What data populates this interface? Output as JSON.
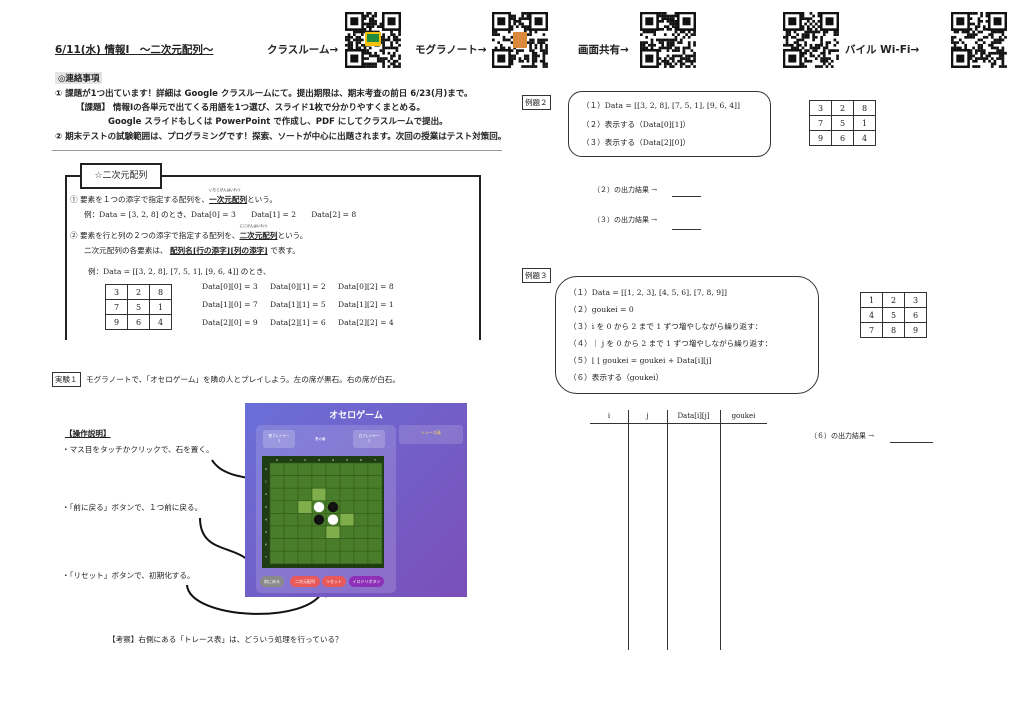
{
  "header": {
    "title": "6/11(水) 情報Ⅰ　～二次元配列～",
    "links": [
      "クラスルーム→",
      "モグラノート→",
      "画面共有→",
      "バイル Wi-Fi→"
    ]
  },
  "notice": {
    "heading": "◎連絡事項",
    "lines": [
      "① 課題が1つ出ています！詳細は Google クラスルームにて。提出期限は、期末考査の前日 6/23(月)まで。",
      "【課題】 情報Ⅰの各単元で出てくる用語を1つ選び、スライド1枚で分かりやすくまとめる。",
      "Google スライドもしくは PowerPoint で作成し、PDF にしてクラスルームで提出。",
      "② 期末テストの試験範囲は、プログラミングです！探索、ソートが中心に出題されます。次回の授業はテスト対策回。"
    ]
  },
  "box": {
    "tab": "☆二次元配列",
    "l1a": "① 要素を１つの添字で指定する配列を、",
    "l1b": "一次元配列",
    "l1c": "という。",
    "l1ruby": "いちじげんはいれつ",
    "ex1": "例：Data = [3, 2, 8]  のとき、Data[0] = 3　　Data[1] = 2　　Data[2] = 8",
    "l2a": "② 要素を行と列の２つの添字で指定する配列を、",
    "l2b": "二次元配列",
    "l2c": "という。",
    "l2ruby": "にじげんはいれつ",
    "l3a": "二次元配列の各要素は、",
    "l3b": "配列名[行の添字][列の添字]",
    "l3c": "で表す。",
    "ex2": "例：Data = [[3, 2, 8], [7, 5, 1], [9, 6, 4]]  のとき、",
    "grid": [
      [
        "3",
        "2",
        "8"
      ],
      [
        "7",
        "5",
        "1"
      ],
      [
        "9",
        "6",
        "4"
      ]
    ],
    "access": [
      [
        "Data[0][0] = 3",
        "Data[0][1] = 2",
        "Data[0][2] = 8"
      ],
      [
        "Data[1][0] = 7",
        "Data[1][1] = 5",
        "Data[1][2] = 1"
      ],
      [
        "Data[2][0] = 9",
        "Data[2][1] = 6",
        "Data[2][2] = 4"
      ]
    ]
  },
  "exp": {
    "label": "実験１",
    "text": "モグラノートで、「オセロゲーム」を隣の人とプレイしよう。左の席が黒石。右の席が白石。",
    "ops_heading": "【操作説明】",
    "ops": [
      "・マス目をタッチかクリックで、石を置く。",
      "・「前に戻る」ボタンで、１つ前に戻る。",
      "・「リセット」ボタンで、初期化する。"
    ],
    "question": "【考察】右側にある「トレース表」は、どういう処理を行っている？"
  },
  "game": {
    "title": "オセロゲーム",
    "black": "黒プレイヤー",
    "black_score": "2",
    "turn": "黒の番",
    "white": "白プレイヤー",
    "white_score": "2",
    "trace": "トレース表",
    "cols": [
      "0",
      "1",
      "2",
      "3",
      "4",
      "5",
      "6",
      "7"
    ],
    "buttons": [
      "前に戻る",
      "二次元配列",
      "リセット",
      "イロドリボタン"
    ],
    "button_colors": [
      "#8a8a8a",
      "#e85a5a",
      "#e85a5a",
      "#8e2fb8"
    ]
  },
  "ex2": {
    "label": "例題２",
    "lines": [
      "（１）Data = [[3, 2, 8], [7, 5, 1], [9, 6, 4]]",
      "（２）表示する（Data[0][1]）",
      "（３）表示する（Data[2][0]）"
    ],
    "grid": [
      [
        "3",
        "2",
        "8"
      ],
      [
        "7",
        "5",
        "1"
      ],
      [
        "9",
        "6",
        "4"
      ]
    ],
    "out2": "（２）の出力結果 →",
    "out3": "（３）の出力結果 →"
  },
  "ex3": {
    "label": "例題３",
    "lines": [
      "（１）Data = [[1, 2, 3], [4, 5, 6], [7, 8, 9]]",
      "（２）goukei = 0",
      "（３）i を 0 から 2 まで 1 ずつ増やしながら繰り返す：",
      "（４）｜ j を 0 から 2 まで 1 ずつ増やしながら繰り返す：",
      "（５）⌊ ⌊ goukei = goukei + Data[i][j]",
      "（６）表示する（goukei）"
    ],
    "grid": [
      [
        "1",
        "2",
        "3"
      ],
      [
        "4",
        "5",
        "6"
      ],
      [
        "7",
        "8",
        "9"
      ]
    ],
    "trace_headers": [
      "i",
      "j",
      "Data[i][j]",
      "goukei"
    ],
    "out6": "（６）の出力結果 →"
  }
}
